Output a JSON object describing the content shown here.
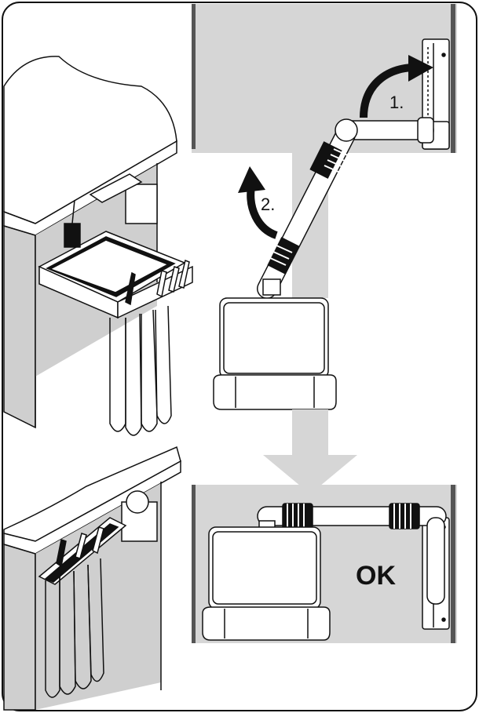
{
  "steps": [
    {
      "label": "1."
    },
    {
      "label": "2."
    }
  ],
  "result": {
    "label": "OK"
  },
  "colors": {
    "panel_gray": "#d6d6d6",
    "wall_gray": "#cfcfcf",
    "arrow_gray": "#bdbdbd",
    "line": "#111111",
    "white": "#ffffff"
  }
}
